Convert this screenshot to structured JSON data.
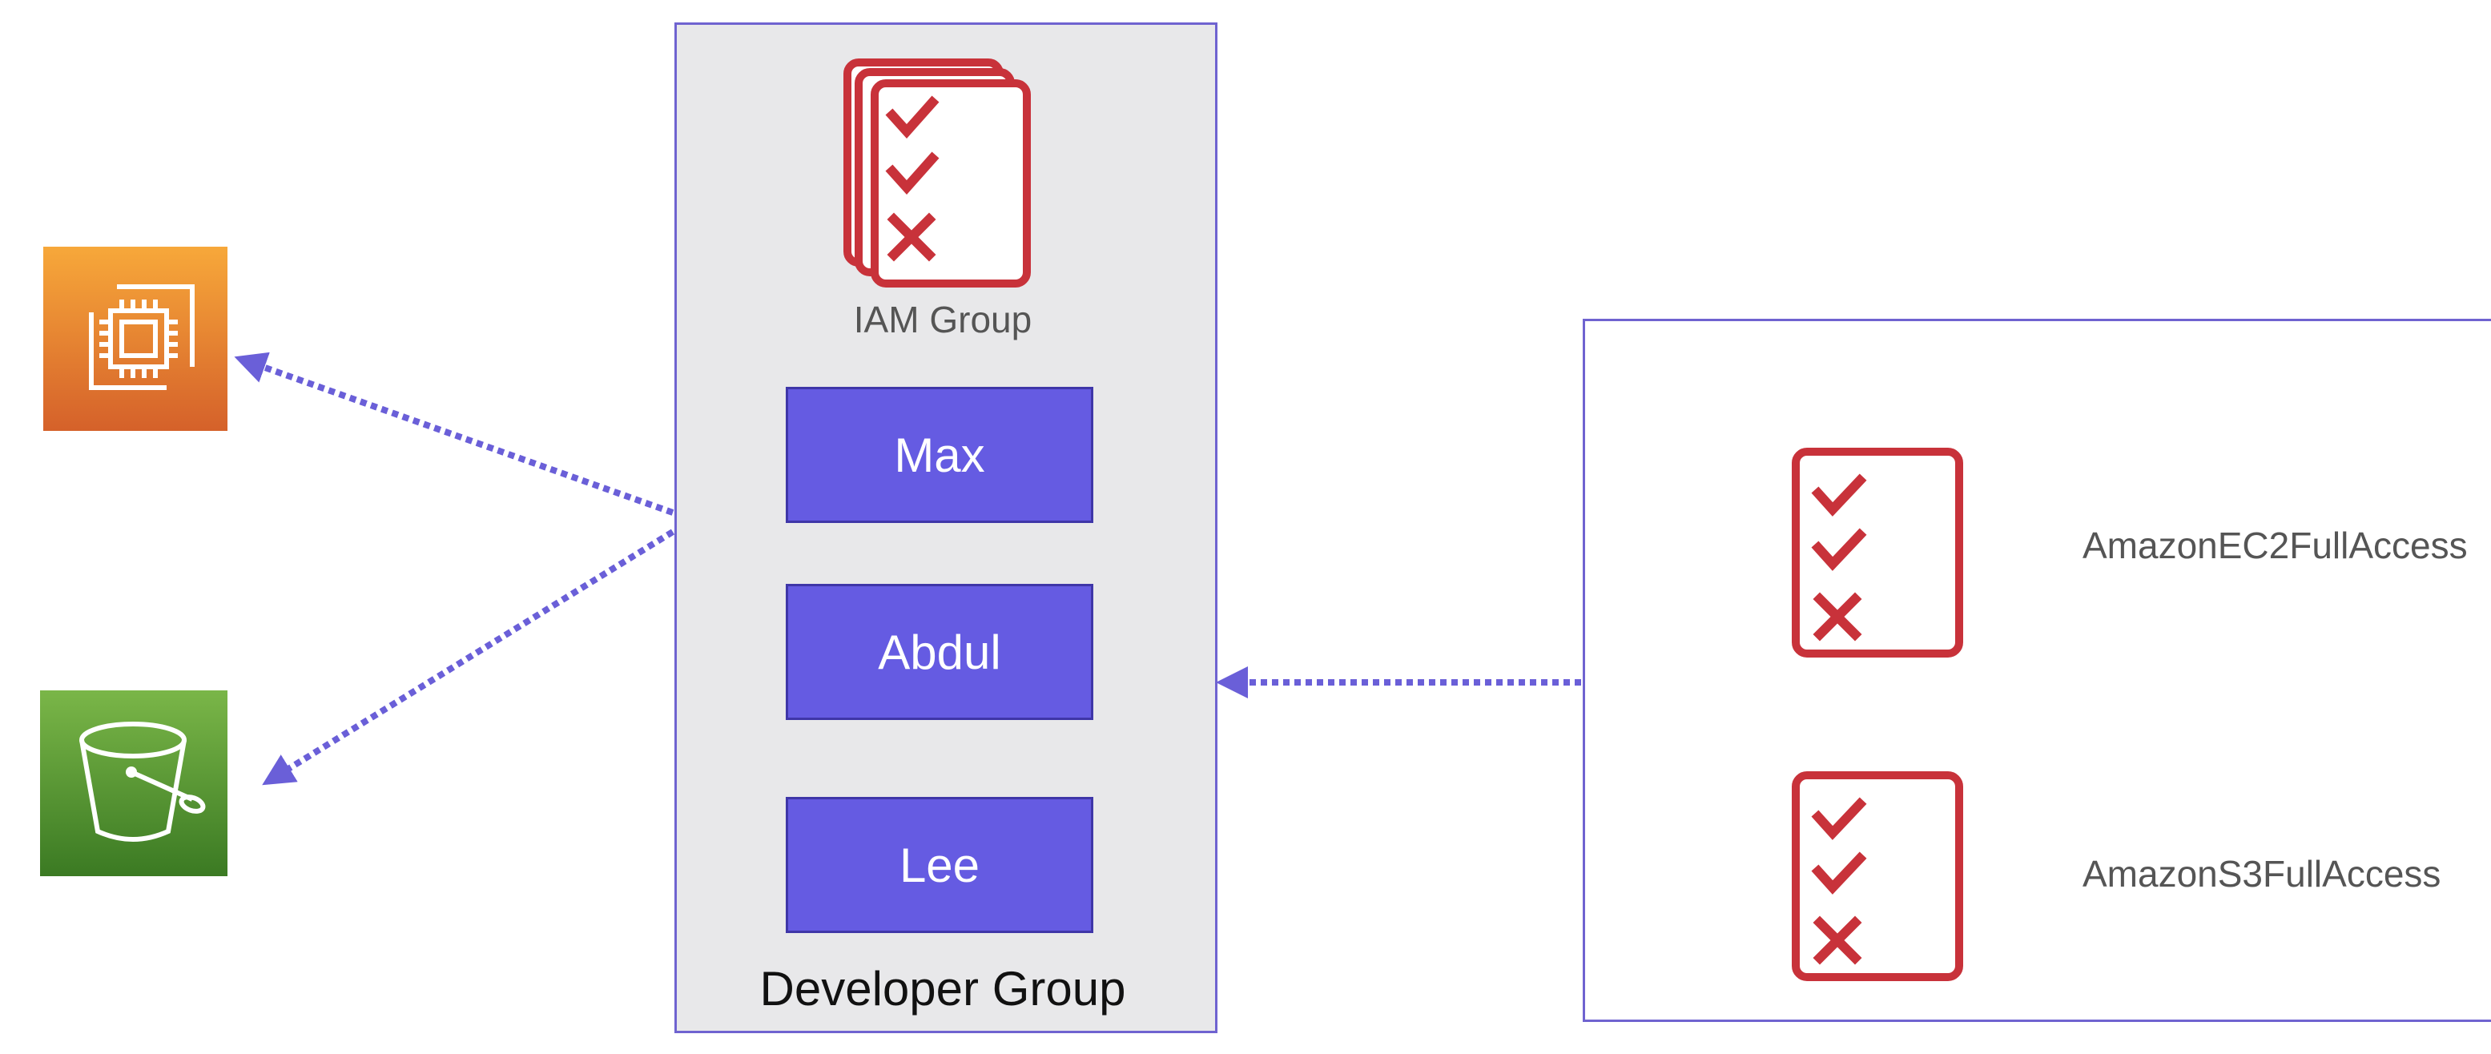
{
  "services": {
    "ec2": {
      "icon": "ec2-chip-icon",
      "gradient": [
        "#f7a83a",
        "#d5612a"
      ]
    },
    "s3": {
      "icon": "s3-bucket-icon",
      "gradient": [
        "#7ab648",
        "#3b7a23"
      ]
    }
  },
  "group": {
    "icon": "iam-policy-document-icon",
    "caption": "IAM Group",
    "members": [
      {
        "label": "Max"
      },
      {
        "label": "Abdul"
      },
      {
        "label": "Lee"
      }
    ],
    "name": "Developer Group"
  },
  "policies": [
    {
      "name": "AmazonEC2FullAccess",
      "icon": "policy-document-icon"
    },
    {
      "name": "AmazonS3FullAccess",
      "icon": "policy-document-icon"
    }
  ],
  "colors": {
    "accent": "#655be2",
    "panel_border": "#6f63d0",
    "policy_red": "#c8323a",
    "group_background": "#e8e8ea",
    "connector": "#6a5fd8"
  }
}
